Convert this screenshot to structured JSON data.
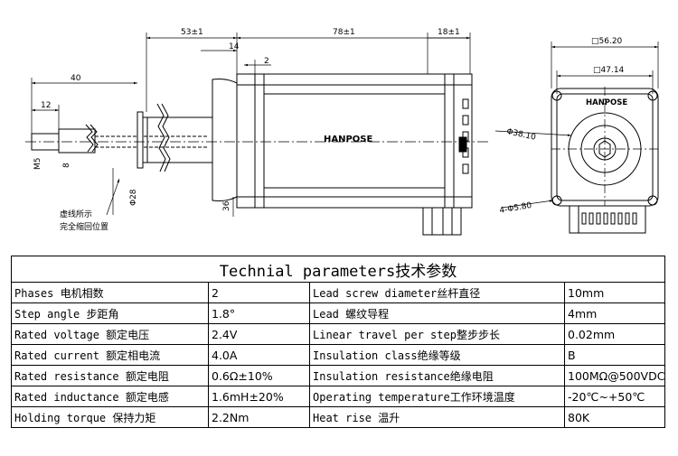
{
  "drawing": {
    "brand": "HANPOSE",
    "dims": {
      "d53": "53±1",
      "d78": "78±1",
      "d18": "18±1",
      "d14": "14",
      "d2": "2",
      "d40": "40",
      "d12": "12",
      "m5": "M5",
      "d8": "8",
      "d28": "Φ28",
      "d36": "36",
      "sq56": "□56.20",
      "sq47": "□47.14",
      "dia38": "Φ38.10",
      "hole": "4-Φ5.80"
    },
    "note_line1": "虚线所示",
    "note_line2": "完全缩回位置"
  },
  "table": {
    "title": "Technial parameters技术参数",
    "rows": [
      {
        "label": "Phases 电机相数",
        "value": "2",
        "label2": "Lead screw diameter丝杆直径",
        "value2": "10mm"
      },
      {
        "label": "Step angle 步距角",
        "value": "1.8°",
        "label2": "Lead 螺纹导程",
        "value2": "4mm"
      },
      {
        "label": "Rated voltage 额定电压",
        "value": "2.4V",
        "label2": "Linear travel per step整步步长",
        "value2": "0.02mm"
      },
      {
        "label": "Rated current 额定相电流",
        "value": "4.0A",
        "label2": "Insulation class绝缘等级",
        "value2": "B"
      },
      {
        "label": "Rated resistance 额定电阻",
        "value": "0.6Ω±10%",
        "label2": "Insulation resistance绝缘电阻",
        "value2": "100MΩ@500VDC"
      },
      {
        "label": "Rated inductance 额定电感",
        "value": "1.6mH±20%",
        "label2": "Operating temperature工作环境温度",
        "value2": "-20℃~+50℃"
      },
      {
        "label": "Holding torque 保持力矩",
        "value": "2.2Nm",
        "label2": "Heat rise 温升",
        "value2": "80K"
      }
    ]
  }
}
